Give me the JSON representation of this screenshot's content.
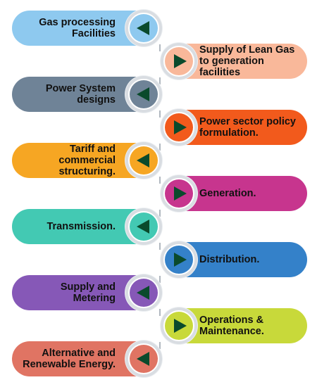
{
  "steps": [
    {
      "label": "Gas processing\nFacilities",
      "side": "left",
      "color": "#8ec9ef"
    },
    {
      "label": "Supply of Lean Gas\nto generation\nfacilities",
      "side": "right",
      "color": "#f9b89a"
    },
    {
      "label": "Power System\ndesigns",
      "side": "left",
      "color": "#6f8397"
    },
    {
      "label": "Power sector policy\nformulation.",
      "side": "right",
      "color": "#f25a1c"
    },
    {
      "label": "Tariff and\ncommercial\nstructuring.",
      "side": "left",
      "color": "#f6a623"
    },
    {
      "label": "Generation.",
      "side": "right",
      "color": "#c7358e"
    },
    {
      "label": "Transmission.",
      "side": "left",
      "color": "#43c9b3"
    },
    {
      "label": "Distribution.",
      "side": "right",
      "color": "#3481c9"
    },
    {
      "label": "Supply and\nMetering",
      "side": "left",
      "color": "#8658b7"
    },
    {
      "label": "Operations &\nMaintenance.",
      "side": "right",
      "color": "#c8d93a"
    },
    {
      "label": "Alternative and\nRenewable Energy.",
      "side": "left",
      "color": "#e07463"
    }
  ],
  "colors": {
    "arrow": "#0a4a2c",
    "ring": "#d9dde2",
    "connector": "#b0b7bf",
    "text": "#111111"
  },
  "icons": {
    "left_step_icon": "play-left-icon",
    "right_step_icon": "play-right-icon"
  }
}
